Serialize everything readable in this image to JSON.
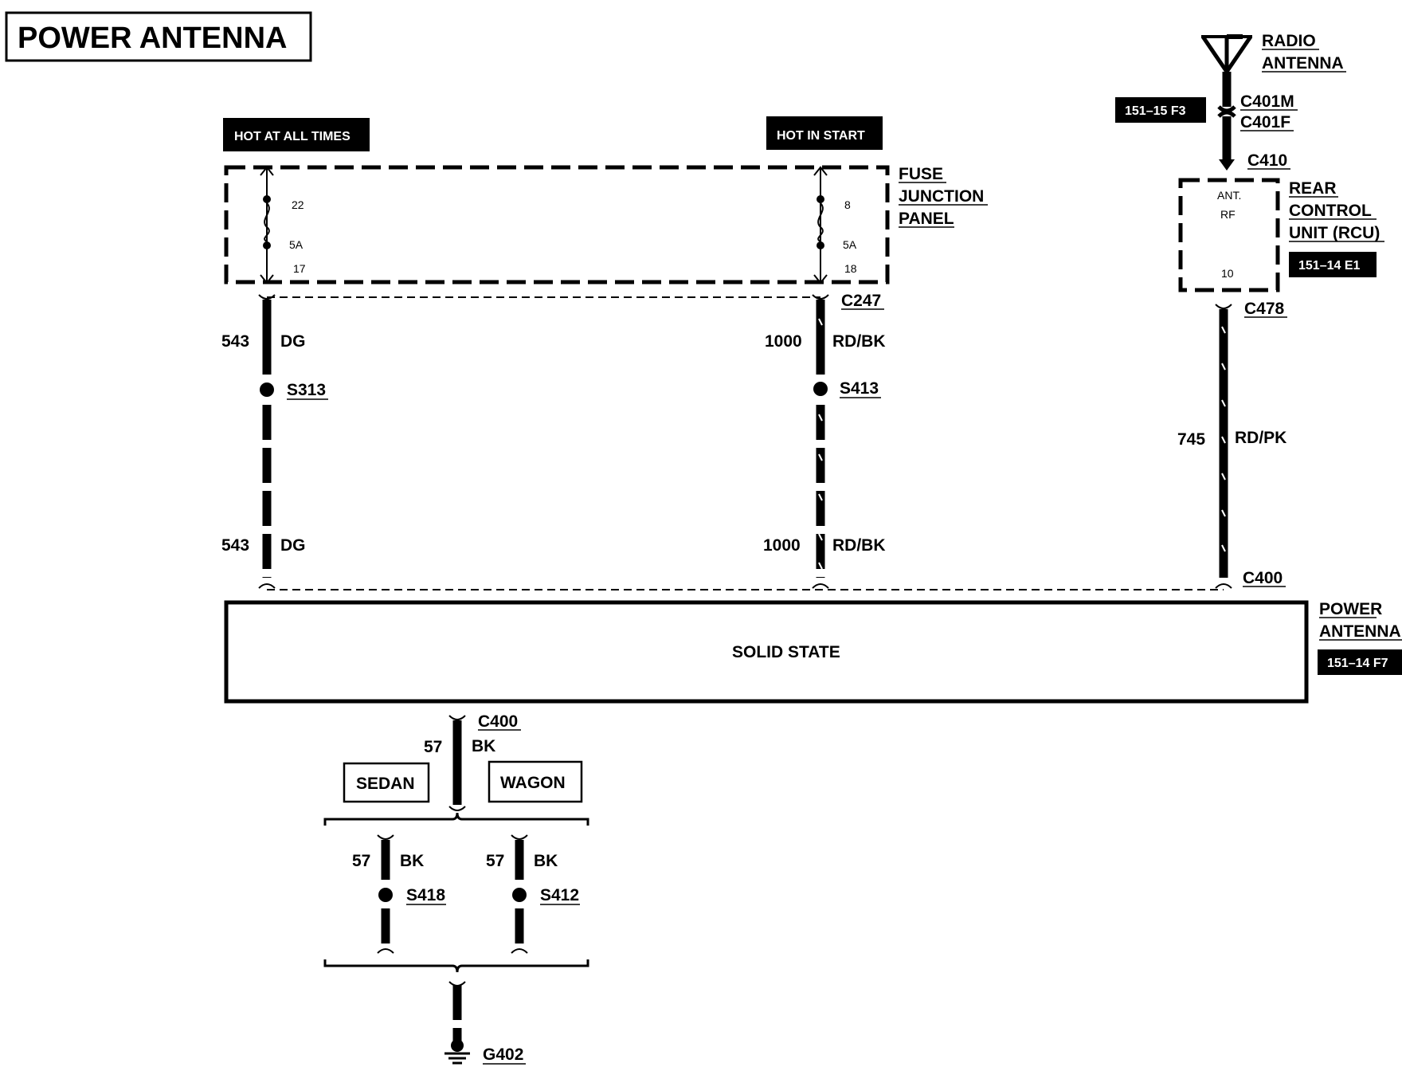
{
  "title": "POWER ANTENNA",
  "fuse_panel": {
    "hot_all_times": "HOT AT ALL TIMES",
    "hot_in_start": "HOT IN START",
    "name": [
      "FUSE",
      "JUNCTION",
      "PANEL"
    ],
    "fuse_left": {
      "number": "22",
      "rating": "5A",
      "pin": "17"
    },
    "fuse_right": {
      "number": "8",
      "rating": "5A",
      "pin": "18"
    }
  },
  "radio_antenna": {
    "name": [
      "RADIO",
      "ANTENNA"
    ],
    "ref": "151–15 F3",
    "conn_m": "C401M",
    "conn_f": "C401F",
    "conn_rcu": "C410"
  },
  "rcu": {
    "name": [
      "REAR",
      "CONTROL",
      "UNIT (RCU)"
    ],
    "ref": "151–14 E1",
    "pin_ant": "ANT.",
    "pin_rf": "RF",
    "pin_10": "10",
    "conn_out": "C478"
  },
  "connector_c247": "C247",
  "circuits": {
    "left": {
      "num": "543",
      "color": "DG",
      "splice": "S313"
    },
    "middle": {
      "num": "1000",
      "color": "RD/BK",
      "splice": "S413"
    },
    "right": {
      "num": "745",
      "color": "RD/PK",
      "conn": "C400"
    }
  },
  "module": {
    "body": "SOLID  STATE",
    "name": [
      "POWER",
      "ANTENNA"
    ],
    "ref": "151–14 F7"
  },
  "ground": {
    "conn": "C400",
    "num": "57",
    "color": "BK",
    "sedan": "SEDAN",
    "wagon": "WAGON",
    "splice_sedan": "S418",
    "splice_wagon": "S412",
    "ground_name": "G402"
  }
}
